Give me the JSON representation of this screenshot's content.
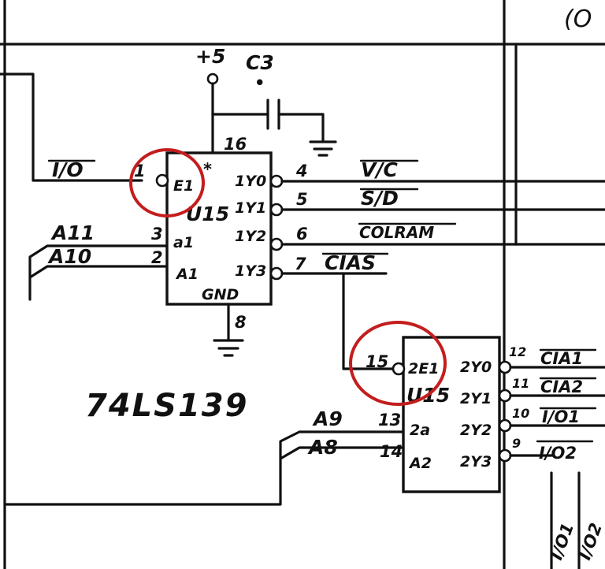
{
  "header": {
    "corner_text": "(O"
  },
  "power": {
    "vcc_label": "+5",
    "cap_label": "C3"
  },
  "chip_u15a": {
    "pin_vcc": "16",
    "pin_gnd": "8",
    "star": "*",
    "gnd_label": "GND",
    "ref": "U15",
    "inputs": [
      {
        "signal": "I/O",
        "pin": "1",
        "inner": "E1"
      },
      {
        "signal": "A11",
        "pin": "3",
        "inner": "a1"
      },
      {
        "signal": "A10",
        "pin": "2",
        "inner": "A1"
      }
    ],
    "outputs": [
      {
        "inner": "1Y0",
        "pin": "4",
        "signal": "V/C"
      },
      {
        "inner": "1Y1",
        "pin": "5",
        "signal": "S/D"
      },
      {
        "inner": "1Y2",
        "pin": "6",
        "signal": "COLRAM"
      },
      {
        "inner": "1Y3",
        "pin": "7",
        "signal": "CIAS"
      }
    ]
  },
  "chip_u15b": {
    "ref": "U15",
    "inputs": [
      {
        "signal": "",
        "pin": "15",
        "inner": "2E1"
      },
      {
        "signal": "A9",
        "pin": "13",
        "inner": "2a"
      },
      {
        "signal": "A8",
        "pin": "14",
        "inner": "A2"
      }
    ],
    "outputs": [
      {
        "inner": "2Y0",
        "pin": "12",
        "signal": "CIA1"
      },
      {
        "inner": "2Y1",
        "pin": "11",
        "signal": "CIA2"
      },
      {
        "inner": "2Y2",
        "pin": "10",
        "signal": "I/O1"
      },
      {
        "inner": "2Y3",
        "pin": "9",
        "signal": "I/O2"
      }
    ]
  },
  "part_number": "74LS139",
  "colors": {
    "ink": "#111111",
    "highlight": "#c41d1d",
    "paper": "#ffffff"
  }
}
